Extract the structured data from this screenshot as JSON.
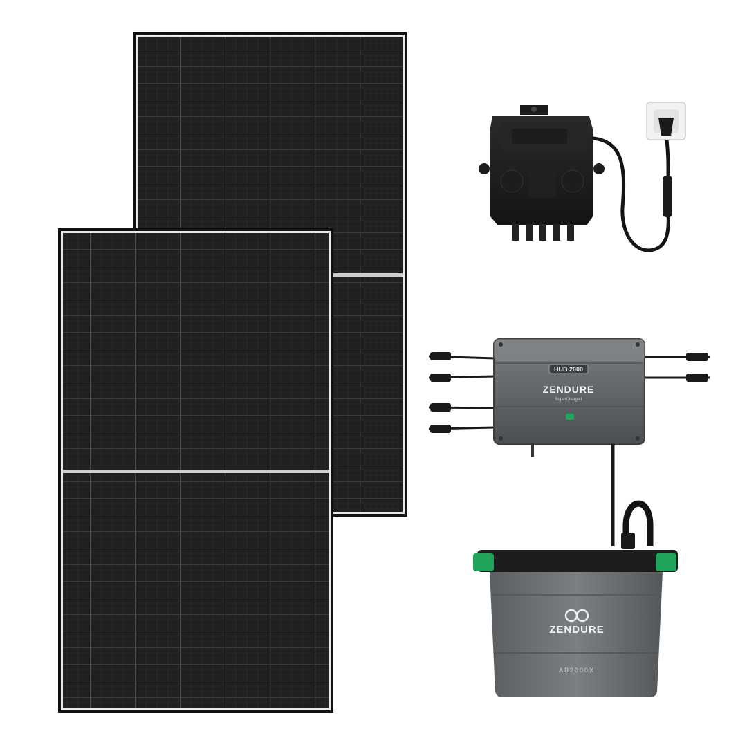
{
  "hub": {
    "model_badge": "HUB 2000",
    "brand": "ZENDURE",
    "tagline": "SuperCharged"
  },
  "battery": {
    "brand": "ZENDURE",
    "model": "AB2000X"
  },
  "colors": {
    "background": "#ffffff",
    "panel_frame": "#1a1a1a",
    "panel_cell": "#232323",
    "accent_green": "#1fa45a",
    "hub_body": "#5a5d60",
    "battery_body": "#6b6e71"
  }
}
